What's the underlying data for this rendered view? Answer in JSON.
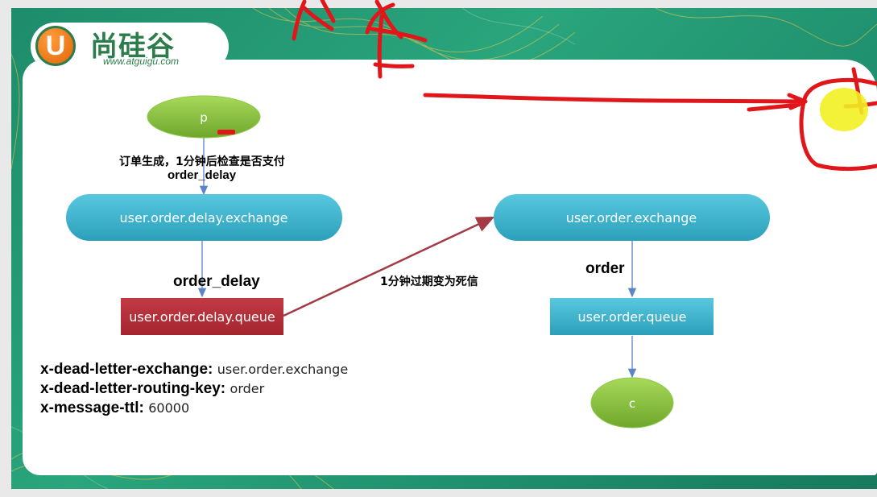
{
  "logo": {
    "letter": "U",
    "name": "尚硅谷",
    "url": "www.atguigu.com"
  },
  "producer": {
    "label": "p"
  },
  "consumer": {
    "label": "c"
  },
  "labels": {
    "producer_note": "订单生成，1分钟后检查是否支付",
    "producer_routing_key": "order_delay",
    "delay_binding_key": "order_delay",
    "dead_letter_note": "1分钟过期变为死信",
    "order_binding_key": "order"
  },
  "nodes": {
    "delay_exchange": "user.order.delay.exchange",
    "delay_queue": "user.order.delay.queue",
    "order_exchange": "user.order.exchange",
    "order_queue": "user.order.queue"
  },
  "queue_args": [
    {
      "key": "x-dead-letter-exchange:",
      "value": "user.order.exchange"
    },
    {
      "key": "x-dead-letter-routing-key:",
      "value": "order"
    },
    {
      "key": "x-message-ttl:",
      "value": "60000"
    }
  ],
  "colors": {
    "slide_border": "#1f8f6d",
    "ellipse_green": "#8ac43f",
    "exchange_teal": "#3fb6cf",
    "queue_red": "#b4303a",
    "queue_teal": "#35b2cc",
    "arrow_blue": "#5b86c5",
    "arrow_red": "#a33a46",
    "annotation_red": "#e0161a",
    "cursor_highlight": "#f2ef22"
  }
}
